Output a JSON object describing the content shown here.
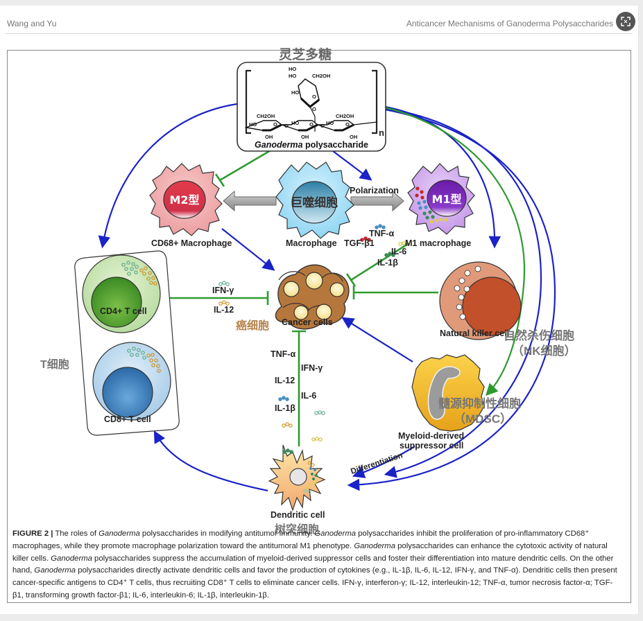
{
  "header": {
    "authors": "Wang and Yu",
    "running_title": "Anticancer Mechanisms of Ganoderma Polysaccharides",
    "zoom_button_icon": "expand-icon"
  },
  "figure": {
    "cn_title": "灵芝多糖",
    "polysaccharide": {
      "label_italic": "Ganoderma",
      "label_rest": " polysaccharide",
      "repeat_unit": "n",
      "groups": [
        "HO",
        "HO",
        "CH2OH",
        "HO",
        "O",
        "O",
        "CH2OH",
        "HO",
        "O",
        "OH",
        "O",
        "HO",
        "O",
        "OH",
        "O",
        "HO",
        "CH2OH",
        "O",
        "OH"
      ]
    },
    "cells": {
      "m2": {
        "inner": "M2型",
        "label": "CD68+ Macrophage"
      },
      "macrophage": {
        "inner": "巨噬细胞",
        "label": "Macrophage"
      },
      "m1": {
        "inner": "M1型",
        "label": "M1 macrophage"
      },
      "cancer": {
        "label": "Cancer cells",
        "cn": "癌细胞"
      },
      "nk": {
        "label": "Natural killer cell",
        "cn_line1": "自然杀伤细胞",
        "cn_line2": "（NK细胞）"
      },
      "cd4": {
        "label": "CD4+ T cell"
      },
      "cd8": {
        "label": "CD8+ T cell"
      },
      "t_cn": "T细胞",
      "mdsc": {
        "label_line1": "Myeloid-derived",
        "label_line2": "suppressor cell",
        "cn_line1": "髓源抑制性细胞",
        "cn_line2": "（MDSC）"
      },
      "dendritic": {
        "label": "Dendritic cell",
        "cn": "树突细胞"
      }
    },
    "arrows": {
      "polarization": "Polarization",
      "differentiation": "Differentiation"
    },
    "cytokines": {
      "m1_cancer": [
        "TNF-α",
        "TGF-β1",
        "IL-6",
        "IL-1β"
      ],
      "t_cancer": [
        "IFN-γ",
        "IL-12"
      ],
      "dc_cancer": [
        "TNF-α",
        "IFN-γ",
        "IL-12",
        "IL-6",
        "IL-1β"
      ]
    },
    "colors": {
      "activate_arrow": "#1a22c8",
      "inhibit_arrow": "#2e9a2e",
      "cytokine_tnf": "#4a8fc0",
      "cytokine_tgf": "#c0282e",
      "cytokine_il6": "#e0d040",
      "cytokine_il1b": "#3a8a58",
      "cytokine_ifn": "#7ec8a8",
      "cytokine_il12": "#d8a030"
    }
  },
  "caption": {
    "label": "FIGURE 2 |",
    "segments": [
      {
        "t": " The roles of ",
        "i": false
      },
      {
        "t": "Ganoderma",
        "i": true
      },
      {
        "t": " polysaccharides in modifying antitumor immunity. ",
        "i": false
      },
      {
        "t": "Ganoderma",
        "i": true
      },
      {
        "t": " polysaccharides inhibit the proliferation of pro-inflammatory CD68⁺ macrophages, while they promote macrophage polarization toward the antitumoral M1 phenotype. ",
        "i": false
      },
      {
        "t": "Ganoderma",
        "i": true
      },
      {
        "t": " polysaccharides can enhance the cytotoxic activity of natural killer cells. ",
        "i": false
      },
      {
        "t": "Ganoderma",
        "i": true
      },
      {
        "t": " polysaccharides suppress the accumulation of myeloid-derived suppressor cells and foster their differentiation into mature dendritic cells. On the other hand, ",
        "i": false
      },
      {
        "t": "Ganoderma",
        "i": true
      },
      {
        "t": " polysaccharides directly activate dendritic cells and favor the production of cytokines (e.g., IL-1β, IL-6, IL-12, IFN-γ, and TNF-α). Dendritic cells then present cancer-specific antigens to CD4⁺ T cells, thus recruiting CD8⁺ T cells to eliminate cancer cells. IFN-γ, interferon-γ; IL-12, interleukin-12; TNF-α, tumor necrosis factor-α; TGF-β1, transforming growth factor-β1; IL-6, interleukin-6; IL-1β, interleukin-1β.",
        "i": false
      }
    ]
  }
}
